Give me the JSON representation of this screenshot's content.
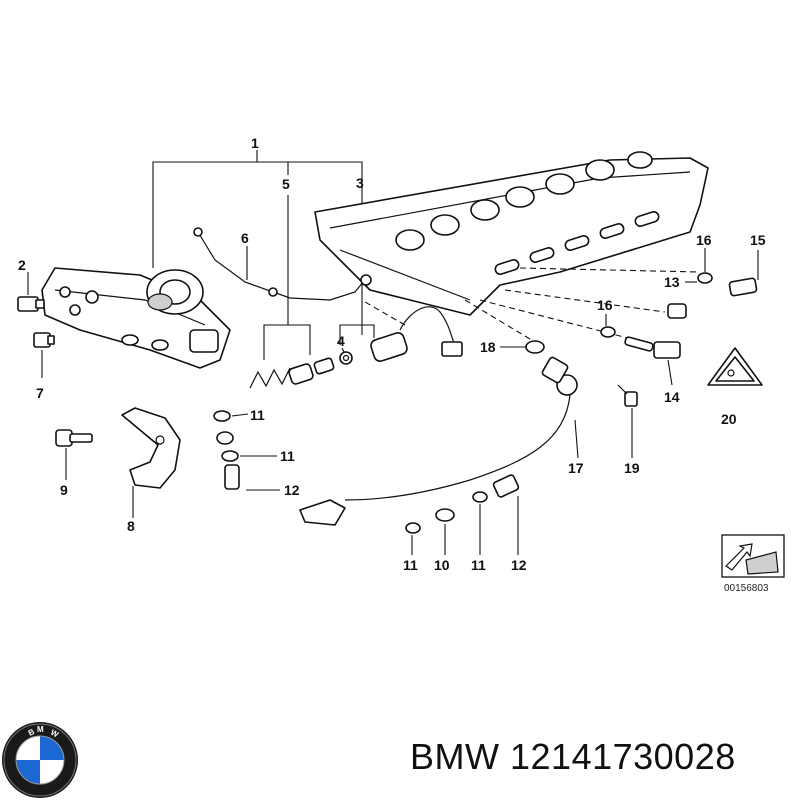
{
  "callouts": [
    "1",
    "2",
    "3",
    "4",
    "5",
    "6",
    "7",
    "8",
    "9",
    "10",
    "11",
    "12",
    "13",
    "14",
    "15",
    "16",
    "17",
    "18",
    "19",
    "20"
  ],
  "reference_code": "00156803",
  "caption": {
    "brand": "BMW",
    "part_number": "12141730028"
  },
  "logo": {
    "text": "BMW",
    "colors": {
      "blue": "#1c69d4",
      "ring": "#1a1a1a",
      "white": "#ffffff"
    }
  }
}
